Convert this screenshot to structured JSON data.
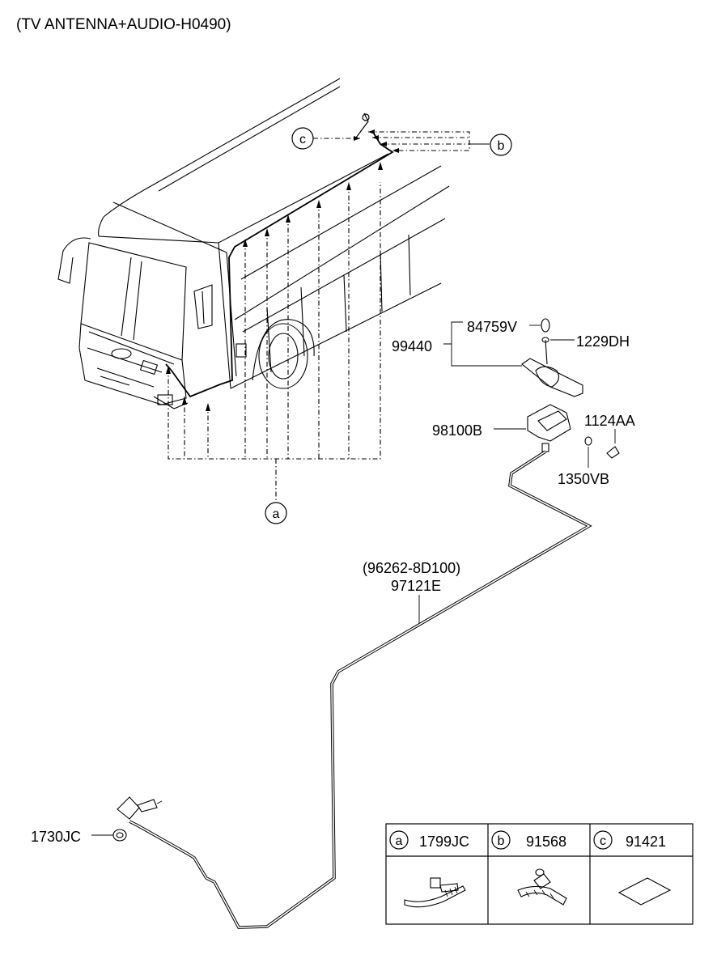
{
  "title": "(TV ANTENNA+AUDIO-H0490)",
  "parts": {
    "p84759V": "84759V",
    "p99440": "99440",
    "p1229DH": "1229DH",
    "p98100B": "98100B",
    "p1124AA": "1124AA",
    "p1350VB": "1350VB",
    "p96262": "(96262-8D100)",
    "p97121E": "97121E",
    "p1730JC": "1730JC"
  },
  "callouts": {
    "a": "a",
    "b": "b",
    "c": "c"
  },
  "legend": [
    {
      "key": "a",
      "part": "1799JC"
    },
    {
      "key": "b",
      "part": "91568"
    },
    {
      "key": "c",
      "part": "91421"
    }
  ]
}
